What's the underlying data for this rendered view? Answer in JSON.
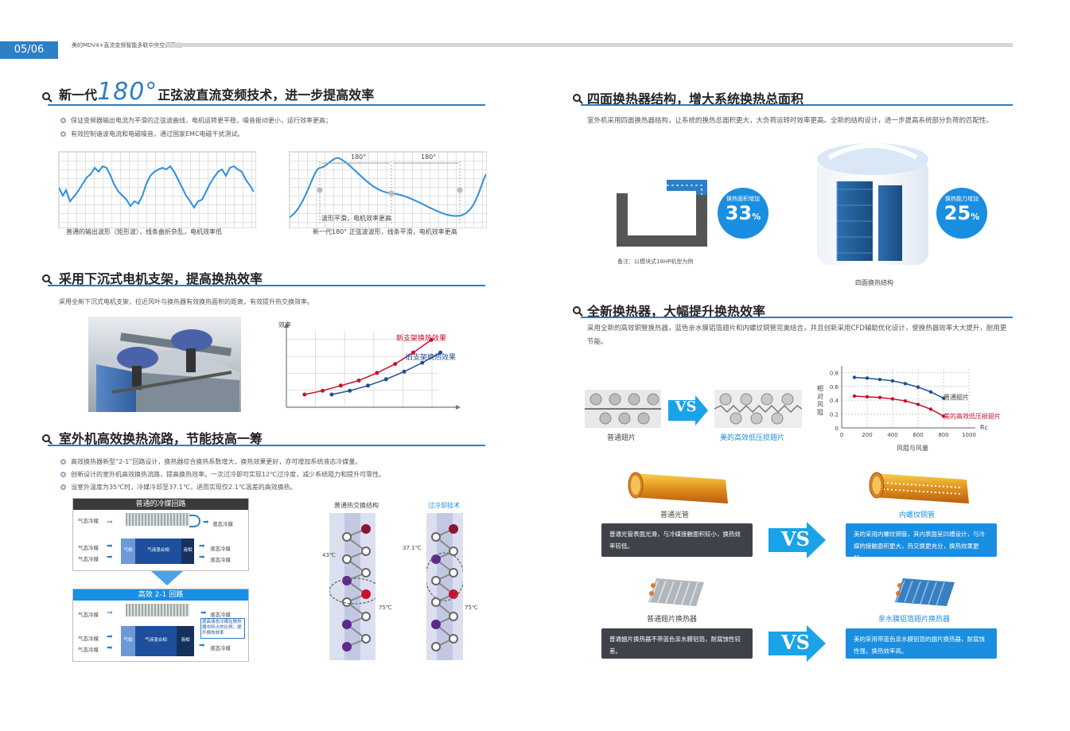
{
  "header": {
    "page_number": "05/06",
    "doc_title": "美的MDV4+直流变频智能多联中央空调系统"
  },
  "sec1": {
    "title_prefix": "新一代",
    "title_num": "180°",
    "title_suffix": "正弦波直流变频技术，进一步提高效率",
    "bullets": [
      "保证变频器输出电流为平滑的正弦波曲线，电机运转更平稳，噪音振动更小，运行效率更高；",
      "有效控制谐波电流和电磁噪音，通过国家EMC电磁干扰测试。"
    ],
    "cap_left": "普通的输出波形（矩形波），线条曲折杂乱，电机效率低",
    "cap_right": "新一代180° 正弦波波形，线条平滑，电机效率更高",
    "wave_label1": "180°",
    "wave_label2": "180°",
    "wave_note": "波形平滑，电机效率更高"
  },
  "sec2": {
    "title": "采用下沉式电机支架，提高换热效率",
    "para": "采用全新下沉式电机支架，拉近风叶与换热器有效换热面积的距离，有效提升热交换效率。",
    "chart_ylabel": "效率",
    "series_new": "新支架换热效果",
    "series_old": "旧支架换热效果"
  },
  "sec3": {
    "title": "室外机高效换热流路，节能技高一筹",
    "bullets": [
      "高效换热器新型“2-1”回路设计，换热器综合换热系数增大，换热效果更好，亦可增加系统液态冷媒量。",
      "创新设计的室外机高效换热流路，提高换热效率。一次过冷即可实现12℃过冷度，减少系统阻力和提升可靠性。",
      "当室外温度为35℃时，冷媒冷却至37.1℃，进而实现仅2.1℃温差的高效换热。"
    ],
    "box1_title": "普通的冷媒回路",
    "box2_title": "高效 2-1 回路",
    "gas": "气态冷媒",
    "liquid": "液态冷媒",
    "gas_liquid": "气液混合相",
    "gas_phase": "气相",
    "liquid_phase": "液相",
    "note": "提高液态冷媒在换热器中所占的比例，提升换热效率",
    "col1_title": "普通热交换结构",
    "col2_title": "过冷却技术",
    "t43": "43℃",
    "t75a": "75℃",
    "t371": "37.1℃",
    "t75b": "75℃"
  },
  "sec4": {
    "title": "四面换热器结构，增大系统换热总面积",
    "para": "室外机采用四面换热器结构，让系统的换热总面积更大，大负荷运转时效率更高。全新的结构设计，进一步提高系统部分负荷的匹配性。",
    "badge1_label": "换热面积增加",
    "badge1_value": "33",
    "badge2_label": "换热能力增加",
    "badge2_value": "25",
    "percent": "%",
    "note": "备注：以模块式18HP机型为例",
    "cap": "四面换热结构"
  },
  "sec5": {
    "title": "全新换热器，大幅提升换热效率",
    "para": "采用全新的高效铜管换热器，蓝色亲水膜铝箔翅片和内螺纹铜管完美结合，并且创新采用CFD辅助优化设计，使换热器效率大大提升，耐用更节能。",
    "fin_left": "普通翅片",
    "fin_right": "美的高效低压损翅片",
    "vs": "VS",
    "tube_left": "普通光管",
    "tube_right": "内螺纹铜管",
    "tube_left_desc": "普通光管表面光滑，与冷媒接触面积较小，换热效率较低。",
    "tube_right_desc": "美的采用内螺纹铜管，其内表面呈凹槽设计，与冷媒的接触面积更大，热交换更充分，换热效果更好。",
    "hx_left": "普通翅片换热器",
    "hx_right": "亲水膜铝箔翅片换热器",
    "hx_left_desc": "普通翅片换热器不带蓝色亲水膜铝箔，耐腐蚀性较差。",
    "hx_right_desc": "美的采用带蓝色亲水膜铝箔的翅片换热器，耐腐蚀性强，换热效率高。"
  },
  "chart_data": [
    {
      "type": "line",
      "title": "",
      "xlabel": "",
      "ylabel": "效率",
      "series": [
        {
          "name": "新支架换热效果",
          "color": "#c8102e",
          "x": [
            1,
            2,
            3,
            4,
            5,
            6,
            7,
            8
          ],
          "y": [
            1.0,
            1.3,
            1.7,
            2.1,
            2.7,
            3.4,
            4.3,
            5.3
          ]
        },
        {
          "name": "旧支架换热效果",
          "color": "#1d4f9c",
          "x": [
            2.5,
            3.5,
            4.5,
            5.5,
            6.5,
            7.5,
            8.5
          ],
          "y": [
            1.0,
            1.3,
            1.7,
            2.2,
            2.8,
            3.5,
            4.3
          ]
        }
      ],
      "xlim": [
        0,
        9
      ],
      "ylim": [
        0,
        6
      ],
      "grid": true
    },
    {
      "type": "line",
      "title": "",
      "xlabel": "风阻与风量",
      "ylabel": "相对风阻",
      "x_unit": "Rc",
      "x_ticks": [
        0,
        200,
        400,
        600,
        800,
        1000
      ],
      "y_ticks": [
        0,
        0.2,
        0.4,
        0.6,
        0.8
      ],
      "series": [
        {
          "name": "普通翅片",
          "color": "#1d4f9c",
          "x": [
            100,
            200,
            300,
            400,
            500,
            600,
            700,
            800
          ],
          "y": [
            0.73,
            0.72,
            0.7,
            0.68,
            0.64,
            0.59,
            0.52,
            0.43
          ]
        },
        {
          "name": "美的高效低压损翅片",
          "color": "#c8102e",
          "x": [
            100,
            200,
            300,
            400,
            500,
            600,
            700,
            800
          ],
          "y": [
            0.46,
            0.45,
            0.44,
            0.42,
            0.39,
            0.34,
            0.27,
            0.17
          ]
        }
      ],
      "xlim": [
        0,
        1000
      ],
      "ylim": [
        0,
        0.85
      ],
      "grid": true
    }
  ]
}
